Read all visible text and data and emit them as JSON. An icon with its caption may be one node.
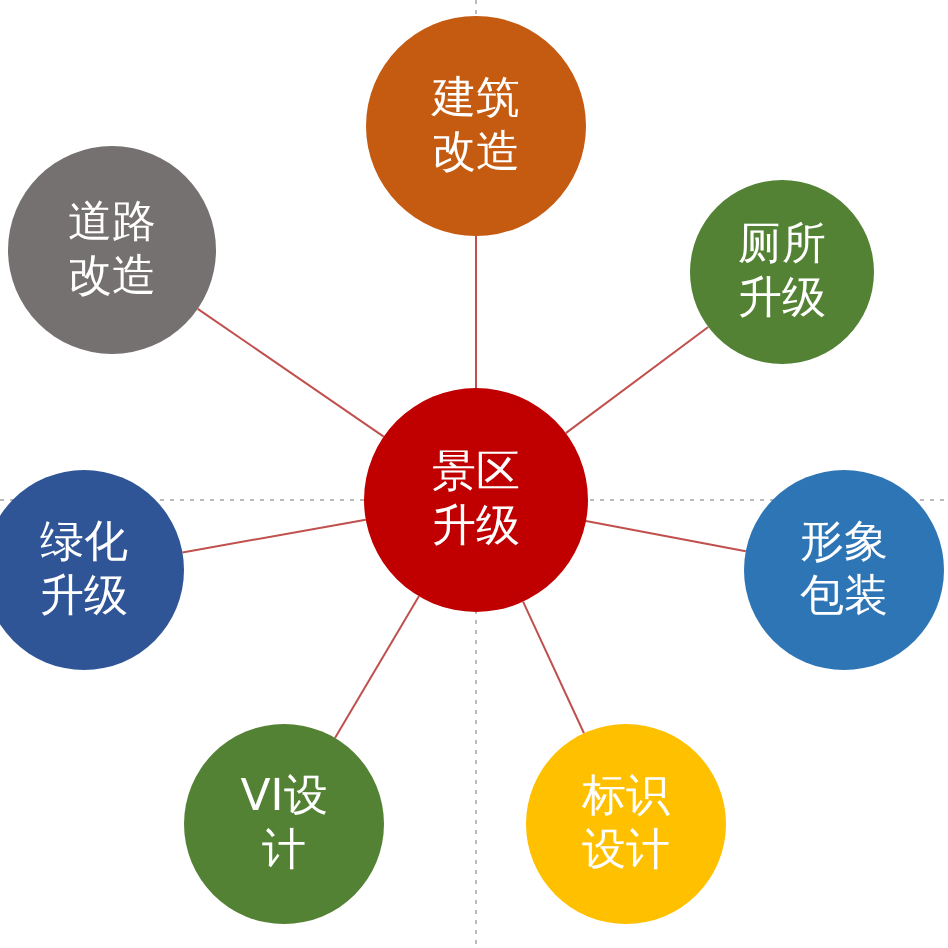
{
  "diagram": {
    "nodes": [
      {
        "text": [
          "景区升级"
        ]
      },
      {
        "text": [
          "建筑改造"
        ]
      },
      {
        "text": [
          "厕所升级"
        ]
      },
      {
        "text": [
          "形象包装"
        ]
      },
      {
        "text": [
          "标识设计"
        ]
      },
      {
        "text": [
          "VI设计"
        ]
      },
      {
        "text": [
          "绿化升级"
        ]
      },
      {
        "text": [
          "道路改造"
        ]
      }
    ],
    "edges": [
      {
        "from": 0,
        "to": 1,
        "arrow": "none"
      },
      {
        "from": 0,
        "to": 2,
        "arrow": "none"
      },
      {
        "from": 0,
        "to": 3,
        "arrow": "none"
      },
      {
        "from": 0,
        "to": 4,
        "arrow": "none"
      },
      {
        "from": 0,
        "to": 5,
        "arrow": "none"
      },
      {
        "from": 0,
        "to": 6,
        "arrow": "none"
      },
      {
        "from": 0,
        "to": 7,
        "arrow": "none"
      }
    ]
  }
}
